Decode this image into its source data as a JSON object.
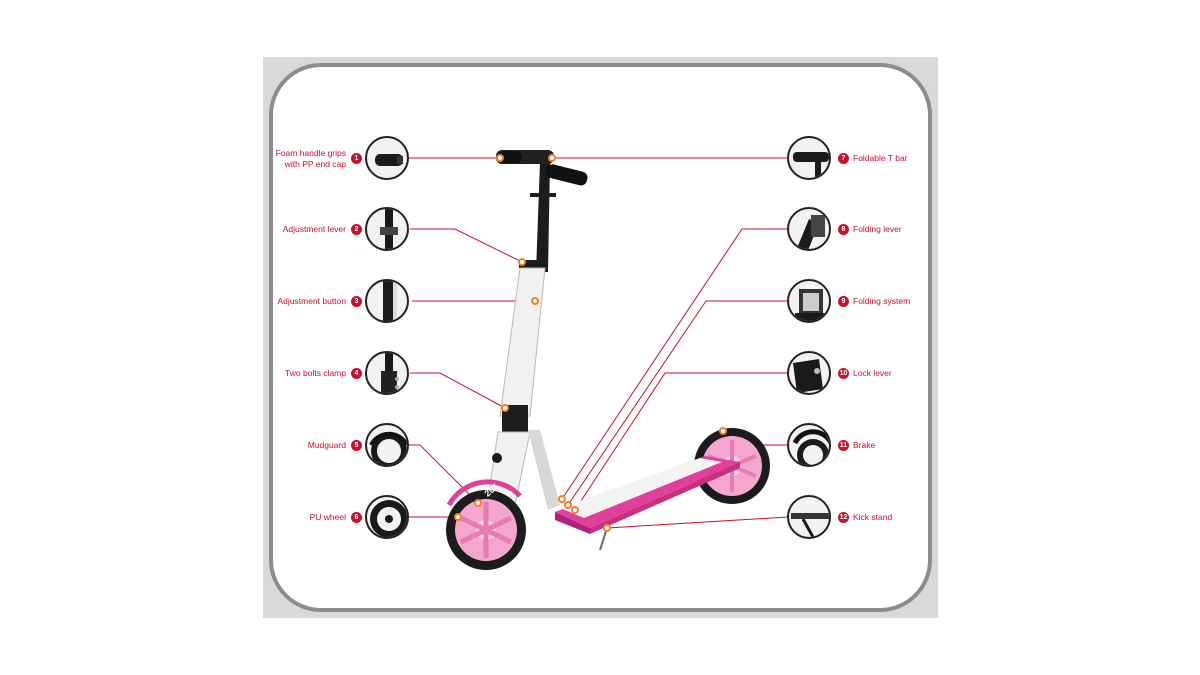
{
  "parts_left": [
    {
      "number": "1",
      "label": "Foam handle grips with PP end cap",
      "icon": "handle-grip-icon"
    },
    {
      "number": "2",
      "label": "Adjustment lever",
      "icon": "adjustment-lever-icon"
    },
    {
      "number": "3",
      "label": "Adjustment button",
      "icon": "adjustment-button-icon"
    },
    {
      "number": "4",
      "label": "Two bolts clamp",
      "icon": "bolts-clamp-icon"
    },
    {
      "number": "5",
      "label": "Mudguard",
      "icon": "mudguard-icon"
    },
    {
      "number": "6",
      "label": "PU wheel",
      "icon": "pu-wheel-icon"
    }
  ],
  "parts_right": [
    {
      "number": "7",
      "label": "Foldable T bar",
      "icon": "t-bar-icon"
    },
    {
      "number": "8",
      "label": "Folding lever",
      "icon": "folding-lever-icon"
    },
    {
      "number": "9",
      "label": "Folding system",
      "icon": "folding-system-icon"
    },
    {
      "number": "10",
      "label": "Lock lever",
      "icon": "lock-lever-icon"
    },
    {
      "number": "11",
      "label": "Brake",
      "icon": "brake-icon"
    },
    {
      "number": "12",
      "label": "Kick stand",
      "icon": "kick-stand-icon"
    }
  ],
  "wheel_text": "205",
  "colors": {
    "accent": "#c8102e",
    "frame_border": "#8a8c8f",
    "deck_pink": "#e0409a",
    "wheel_pink": "#f4a6cf"
  }
}
